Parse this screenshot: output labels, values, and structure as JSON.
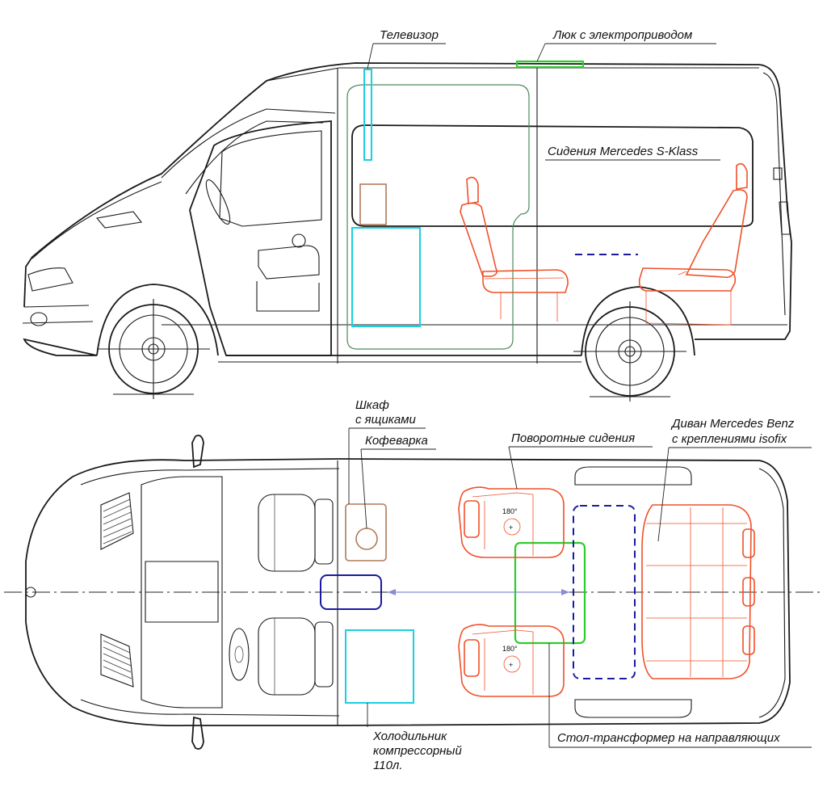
{
  "labels": {
    "tv": "Телевизор",
    "sunroof": "Люк с электроприводом",
    "seats_s_class": "Сидения Mercedes S-Klass",
    "cabinet_line1": "Шкаф",
    "cabinet_line2": "с ящиками",
    "coffee_maker": "Кофеварка",
    "swivel_seats": "Поворотные сидения",
    "sofa_line1": "Диван Mercedes Benz",
    "sofa_line2": "с креплениями isofix",
    "fridge_line1": "Холодильник",
    "fridge_line2": "компрессорный",
    "fridge_line3": "110л.",
    "table": "Стол-трансформер на направляющих",
    "rotation_top": "180°",
    "rotation_bottom": "180°"
  },
  "colors": {
    "outline": "#1a1a1a",
    "tv_fridge": "#18d0e0",
    "sunroof_table": "#2ecc2e",
    "interior_zone": "#4a8a5a",
    "cabinet": "#b07a5a",
    "seats": "#f0502a",
    "rails": "#1a1aa0"
  }
}
